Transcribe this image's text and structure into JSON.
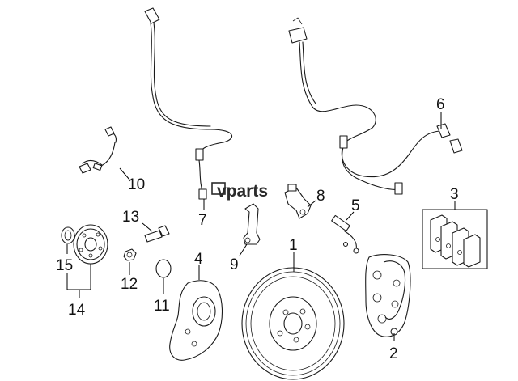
{
  "watermark": "vparts",
  "callouts": {
    "c1": "1",
    "c2": "2",
    "c3": "3",
    "c4": "4",
    "c5": "5",
    "c6": "6",
    "c7": "7",
    "c8": "8",
    "c9": "9",
    "c10": "10",
    "c11": "11",
    "c12": "12",
    "c13": "13",
    "c14": "14",
    "c15": "15"
  }
}
